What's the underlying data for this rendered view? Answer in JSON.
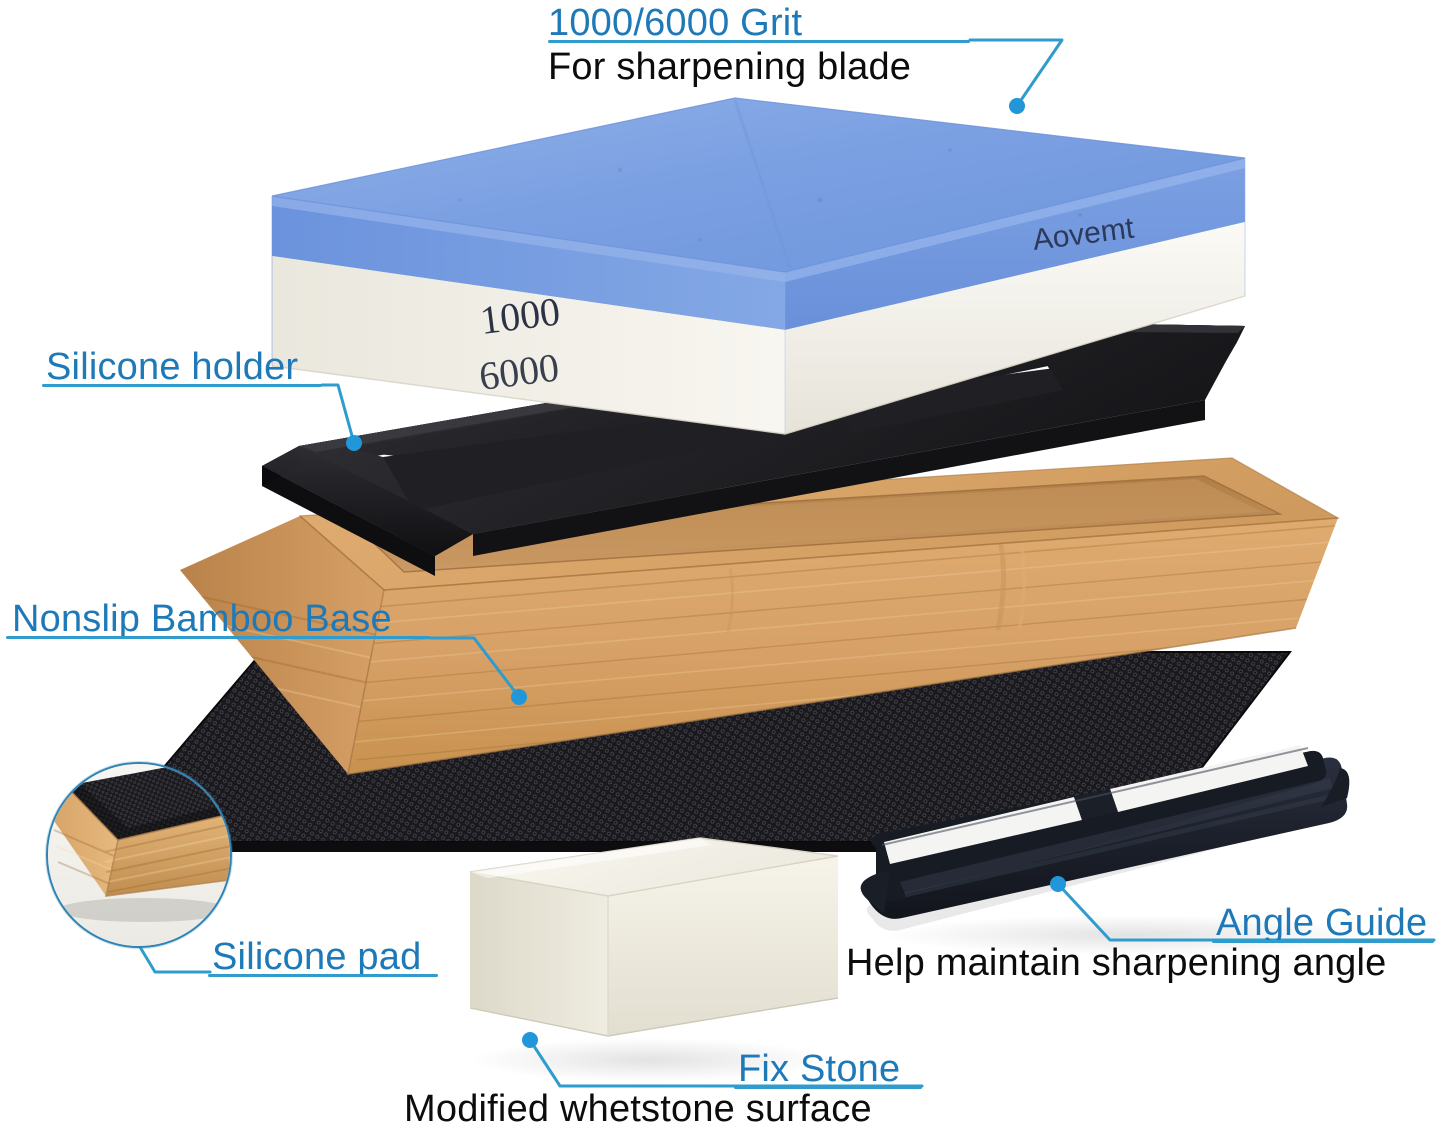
{
  "product": {
    "brand": "Aovemt",
    "grit_front": "1000",
    "grit_back": "6000"
  },
  "callouts": {
    "grit": {
      "title": "1000/6000 Grit",
      "subtitle": "For sharpening blade"
    },
    "holder": {
      "title": "Silicone holder"
    },
    "base": {
      "title": "Nonslip Bamboo Base"
    },
    "pad": {
      "title": "Silicone pad"
    },
    "fix_stone": {
      "title": "Fix Stone",
      "subtitle": "Modified whetstone surface"
    },
    "angle_guide": {
      "title": "Angle Guide",
      "subtitle": "Help maintain sharpening angle"
    }
  },
  "colors": {
    "accent_blue": "#1d79b8",
    "rule_blue": "#2f9ccd",
    "leader_blue": "#2f9ccd",
    "dot_blue": "#2196d8",
    "stone_blue_top": "#7ba0e2",
    "stone_blue_face": "#6b93dd",
    "stone_white": "#f4f2ea",
    "holder_black": "#2a2a2c",
    "bamboo": "#d3a068",
    "pad_black": "#17171a",
    "guide_navy": "#21252f",
    "fix_stone_white": "#f2efe6",
    "text_black": "#0c0c0c"
  }
}
